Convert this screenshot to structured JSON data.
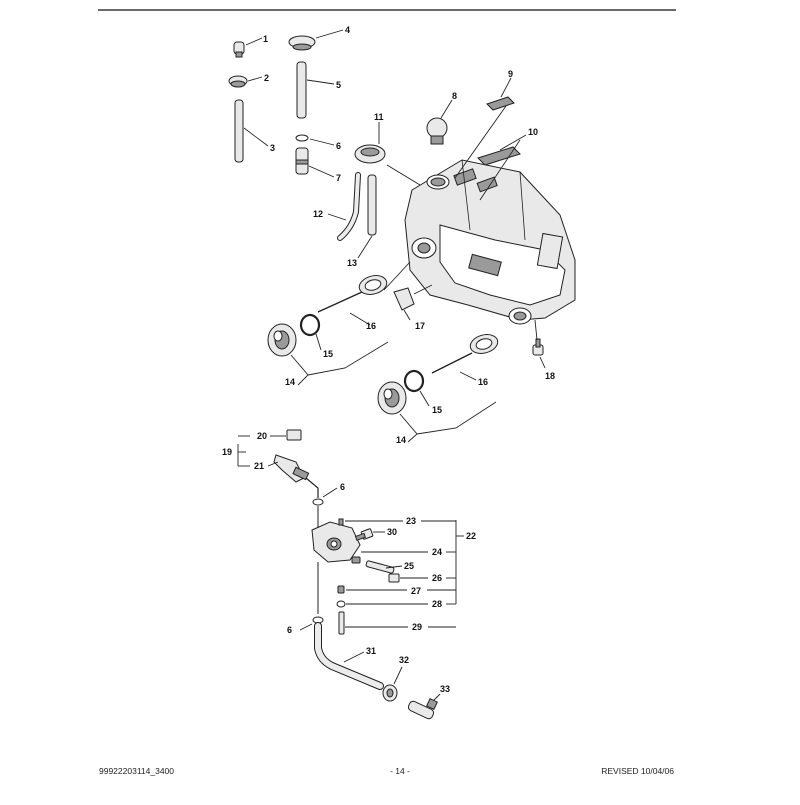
{
  "footer": {
    "document_number": "99922203114_3400",
    "page_number": "- 14 -",
    "revision": "REVISED 10/04/06"
  },
  "callouts": {
    "c1": "1",
    "c2": "2",
    "c3": "3",
    "c4": "4",
    "c5": "5",
    "c6a": "6",
    "c7": "7",
    "c8": "8",
    "c9": "9",
    "c10": "10",
    "c11": "11",
    "c12": "12",
    "c13": "13",
    "c14a": "14",
    "c15a": "15",
    "c16a": "16",
    "c14b": "14",
    "c15b": "15",
    "c16b": "16",
    "c17": "17",
    "c18": "18",
    "c19": "19",
    "c20": "20",
    "c21": "21",
    "c6b": "6",
    "c22": "22",
    "c23": "23",
    "c24": "24",
    "c25": "25",
    "c26": "26",
    "c27": "27",
    "c28": "28",
    "c29": "29",
    "c30": "30",
    "c6c": "6",
    "c31": "31",
    "c32": "32",
    "c33": "33"
  }
}
